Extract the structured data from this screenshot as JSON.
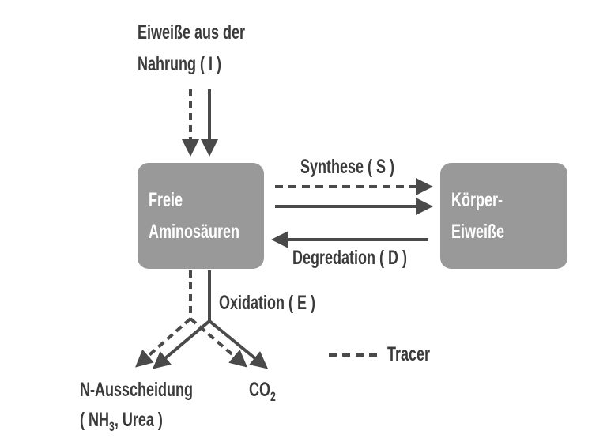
{
  "diagram": {
    "input_label_line1": "Eiweiße aus der",
    "input_label_line2": "Nahrung ( I )",
    "free_amino_acids_line1": "Freie",
    "free_amino_acids_line2": "Aminosäuren",
    "body_protein_line1": "Körper-",
    "body_protein_line2": "Eiweiße",
    "synthesis_label": "Synthese ( S )",
    "degradation_label": "Degredation ( D )",
    "oxidation_label": "Oxidation ( E )",
    "n_excretion_line1": "N-Ausscheidung",
    "n_excretion_line2_prefix": "( NH",
    "n_excretion_line2_sub": "3",
    "n_excretion_line2_suffix": ", Urea )",
    "co2_main": "CO",
    "co2_sub": "2",
    "legend_tracer": "Tracer"
  },
  "colors": {
    "box_fill": "#999999",
    "arrow": "#4a4a4a",
    "text": "#3a3a3a",
    "box_text": "#ffffff"
  }
}
